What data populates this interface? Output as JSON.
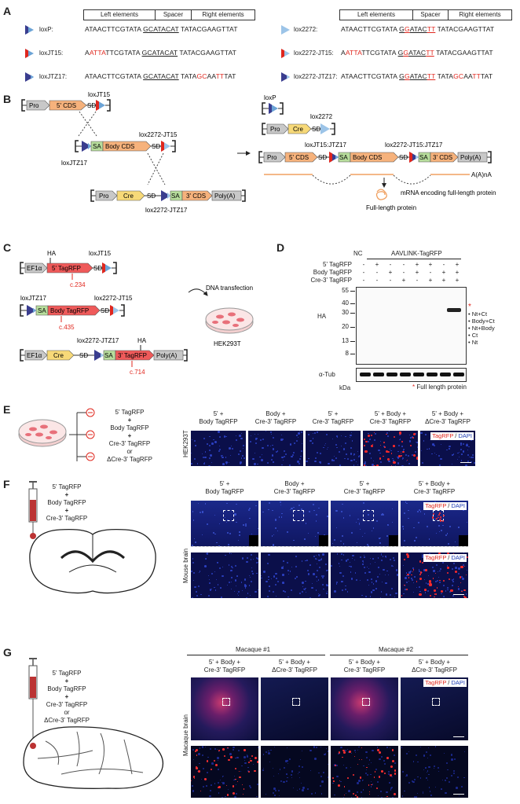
{
  "panels": [
    "A",
    "B",
    "C",
    "D",
    "E",
    "F",
    "G"
  ],
  "panelA": {
    "headers": [
      "Left elements",
      "Spacer",
      "Right elements"
    ],
    "left_rows": [
      {
        "name": "loxP:",
        "seq": [
          [
            "ATAACTTCGTATA ",
            ""
          ],
          [
            "GCATACAT",
            "u"
          ],
          [
            " TATACGAAGTTAT",
            ""
          ]
        ]
      },
      {
        "name": "loxJT15:",
        "seq": [
          [
            "A",
            ""
          ],
          [
            "ATTA",
            "r"
          ],
          [
            "TTCGTATA ",
            ""
          ],
          [
            "GCATACAT",
            "u"
          ],
          [
            " TATACGAAGTTAT",
            ""
          ]
        ]
      },
      {
        "name": "loxJTZ17:",
        "seq": [
          [
            "ATAACTTCGTATA ",
            ""
          ],
          [
            "GCATACAT",
            "u"
          ],
          [
            " TATA",
            ""
          ],
          [
            "GC",
            "r"
          ],
          [
            "AA",
            ""
          ],
          [
            "TT",
            "r"
          ],
          [
            "TAT",
            ""
          ]
        ]
      }
    ],
    "right_rows": [
      {
        "name": "lox2272:",
        "seq": [
          [
            "ATAACTTCGTATA ",
            ""
          ],
          [
            "G",
            "u"
          ],
          [
            "G",
            "ur"
          ],
          [
            "ATAC",
            "u"
          ],
          [
            "TT",
            "ur"
          ],
          [
            " TATACGAAGTTAT",
            ""
          ]
        ]
      },
      {
        "name": "lox2272-JT15:",
        "seq": [
          [
            "A",
            ""
          ],
          [
            "ATTA",
            "r"
          ],
          [
            "TTCGTATA ",
            ""
          ],
          [
            "G",
            "u"
          ],
          [
            "G",
            "ur"
          ],
          [
            "ATAC",
            "u"
          ],
          [
            "TT",
            "ur"
          ],
          [
            " TATACGAAGTTAT",
            ""
          ]
        ]
      },
      {
        "name": "lox2272-JTZ17:",
        "seq": [
          [
            "ATAACTTCGTATA ",
            ""
          ],
          [
            "G",
            "u"
          ],
          [
            "G",
            "ur"
          ],
          [
            "ATAC",
            "u"
          ],
          [
            "TT",
            "ur"
          ],
          [
            " TATA",
            ""
          ],
          [
            "GC",
            "r"
          ],
          [
            "AA",
            ""
          ],
          [
            "TT",
            "r"
          ],
          [
            "TAT",
            ""
          ]
        ]
      }
    ]
  },
  "panelB": {
    "pro": "Pro",
    "cds5": "5' CDS",
    "sd": "SD",
    "sa": "SA",
    "body": "Body CDS",
    "cre": "Cre",
    "cds3": "3' CDS",
    "polya": "Poly(A)",
    "loxJT15": "loxJT15",
    "loxJTZ17": "loxJTZ17",
    "lox2272JT15": "lox2272-JT15",
    "lox2272JTZ17": "lox2272-JTZ17",
    "loxP": "loxP",
    "lox2272": "lox2272",
    "jt15jtz17": "loxJT15:JTZ17",
    "l2272jt15jtz17": "lox2272-JT15:JTZ17",
    "mrna": "A(A)nA",
    "mrna_label": "mRNA encoding full-length protein",
    "protein": "Full-length protein"
  },
  "panelC": {
    "ha": "HA",
    "ef1a": "EF1α",
    "tag5": "5' TagRFP",
    "c234": "c.234",
    "bodytag": "Body TagRFP",
    "c435": "c.435",
    "tag3": "3' TagRFP",
    "c714": "c.714",
    "transfection": "DNA transfection",
    "cell": "HEK293T"
  },
  "panelD": {
    "nc": "NC",
    "group": "AAVLINK-TagRFP",
    "rows": [
      {
        "label": "5' TagRFP",
        "vals": [
          "-",
          "+",
          "-",
          "-",
          "+",
          "+",
          "-",
          "+"
        ]
      },
      {
        "label": "Body TagRFP",
        "vals": [
          "-",
          "-",
          "+",
          "-",
          "+",
          "-",
          "+",
          "+"
        ]
      },
      {
        "label": "Cre-3' TagRFP",
        "vals": [
          "-",
          "-",
          "-",
          "+",
          "-",
          "+",
          "+",
          "+"
        ]
      }
    ],
    "ladder": [
      "55",
      "40",
      "30",
      "20",
      "13",
      "8"
    ],
    "ha": "HA",
    "tub": "α-Tub",
    "kda": "kDa",
    "bands": [
      "Nt+Ct",
      "Body+Ct",
      "Nt+Body",
      "Ct",
      "Nt"
    ],
    "footnote": "Full length protein",
    "star": "*"
  },
  "panelE": {
    "plus": "+",
    "t5": "5' TagRFP",
    "tbody": "Body TagRFP",
    "t3": "Cre-3' TagRFP",
    "or": "or",
    "td3": "ΔCre-3' TagRFP",
    "side": "HEK293T",
    "titles": [
      [
        "5' +",
        "Body TagRFP"
      ],
      [
        "Body +",
        "Cre-3' TagRFP"
      ],
      [
        "5' +",
        "Cre-3' TagRFP"
      ],
      [
        "5' + Body +",
        "Cre-3' TagRFP"
      ],
      [
        "5' + Body +",
        "ΔCre-3' TagRFP"
      ]
    ],
    "legend_r": "TagRFP",
    "legend_sep": " / ",
    "legend_b": "DAPI"
  },
  "panelF": {
    "t5": "5' TagRFP",
    "plus": "+",
    "tbody": "Body TagRFP",
    "t3": "Cre-3' TagRFP",
    "side": "Mouse brain",
    "titles": [
      [
        "5' +",
        "Body TagRFP"
      ],
      [
        "Body +",
        "Cre-3' TagRFP"
      ],
      [
        "5' +",
        "Cre-3' TagRFP"
      ],
      [
        "5' + Body +",
        "Cre-3' TagRFP"
      ]
    ]
  },
  "panelG": {
    "t5": "5' TagRFP",
    "plus": "+",
    "tbody": "Body TagRFP",
    "t3": "Cre-3' TagRFP",
    "or": "or",
    "td3": "ΔCre-3' TagRFP",
    "side": "Macaque brain",
    "m1": "Macaque #1",
    "m2": "Macaque #2",
    "titles": [
      [
        "5' + Body +",
        "Cre-3' TagRFP"
      ],
      [
        "5' + Body +",
        "ΔCre-3' TagRFP"
      ],
      [
        "5' + Body +",
        "Cre-3' TagRFP"
      ],
      [
        "5' + Body +",
        "ΔCre-3' TagRFP"
      ]
    ]
  },
  "colors": {
    "red": "#e0271e",
    "dapi_blue": "#0b0f4a",
    "tagrfp": "#ff2a2a",
    "lox_blue": "#6ba3d6",
    "lox_dark": "#3a3d8f",
    "pro_gray": "#c8c8c8",
    "cre_yellow": "#f7d978",
    "sa_green": "#b7dd9c",
    "cds_orange": "#f6b27c",
    "tag_red": "#ef5a5a"
  }
}
